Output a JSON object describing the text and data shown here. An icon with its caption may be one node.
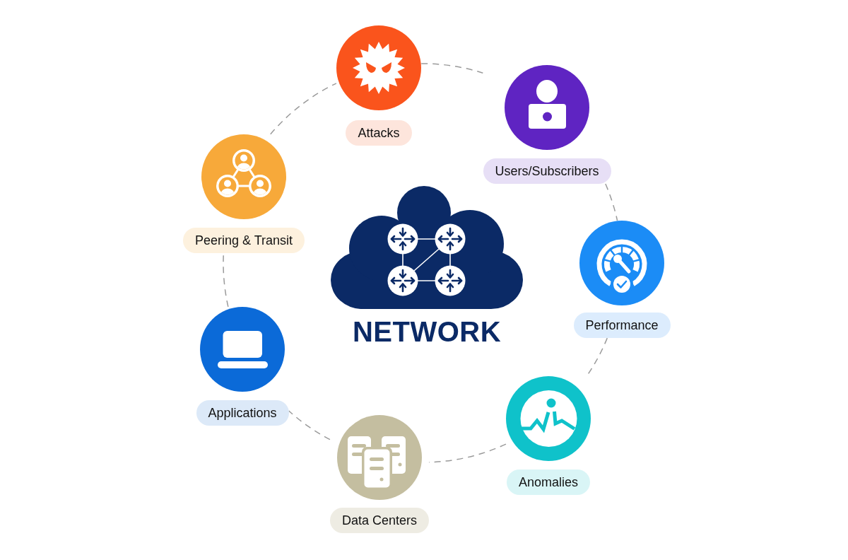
{
  "diagram": {
    "nodes": [
      {
        "text": [
          "Attacks"
        ]
      },
      {
        "text": [
          "Users/Subscribers"
        ]
      },
      {
        "text": [
          "Performance"
        ]
      },
      {
        "text": [
          "Anomalies"
        ]
      },
      {
        "text": [
          "Data Centers"
        ]
      },
      {
        "text": [
          "Applications"
        ]
      },
      {
        "text": [
          "Peering & Transit"
        ]
      },
      {
        "text": [
          "NETWORK"
        ]
      }
    ],
    "edges": [
      {
        "from": 0,
        "to": 1,
        "arrow": "none",
        "style": "dashed"
      },
      {
        "from": 1,
        "to": 2,
        "arrow": "none",
        "style": "dashed"
      },
      {
        "from": 2,
        "to": 3,
        "arrow": "none",
        "style": "dashed"
      },
      {
        "from": 3,
        "to": 4,
        "arrow": "none",
        "style": "dashed"
      },
      {
        "from": 4,
        "to": 5,
        "arrow": "none",
        "style": "dashed"
      },
      {
        "from": 5,
        "to": 6,
        "arrow": "none",
        "style": "dashed"
      },
      {
        "from": 6,
        "to": 0,
        "arrow": "none",
        "style": "dashed"
      }
    ]
  }
}
